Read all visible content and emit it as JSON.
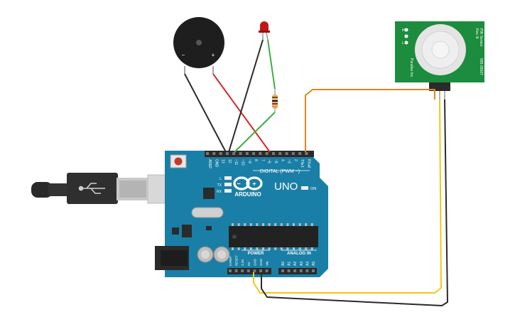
{
  "colors": {
    "board": "#1a7fa6",
    "board_dark": "#14688a",
    "pcb_green": "#1c8c3e",
    "wire_black": "#2b2b2b",
    "wire_red": "#d62a2a",
    "wire_green": "#3fae3f",
    "wire_orange": "#e0861c",
    "wire_yellow": "#f2c81a",
    "led_red": "#c01818"
  },
  "arduino": {
    "header_top_labels": [
      "AREF",
      "GND",
      "13",
      "12",
      "~11",
      "~10",
      "~9",
      "8",
      "7",
      "~6",
      "~5",
      "4",
      "~3",
      "2",
      "TX▸1",
      "RX◂0"
    ],
    "digital_label": "DIGITAL (PWM ~)",
    "brand": "ARDUINO",
    "model": "UNO",
    "on_label": "ON",
    "led_labels": [
      "L",
      "TX",
      "RX"
    ],
    "power_label": "POWER",
    "analog_label": "ANALOG IN",
    "power_pins": [
      "IOREF",
      "RESET",
      "3.3V",
      "5V",
      "GND",
      "GND",
      "Vin"
    ],
    "analog_pins": [
      "A0",
      "A1",
      "A2",
      "A3",
      "A4",
      "A5"
    ]
  },
  "buzzer": {
    "minus": "−",
    "plus": "+"
  },
  "pir": {
    "left_pins": [
      "H",
      "L"
    ],
    "text_right_1": "PIR Sensor",
    "text_right_2": "Rev. B",
    "text_right_3": "555-28027",
    "text_left": "Parallax Inc."
  },
  "icons": [
    "usb-icon",
    "arduino-logo-icon"
  ]
}
